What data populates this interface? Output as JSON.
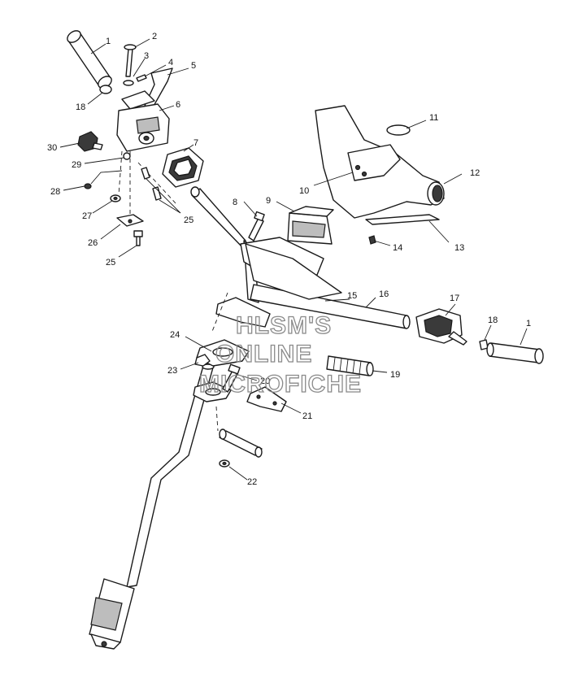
{
  "diagram": {
    "callouts": [
      {
        "id": "c1a",
        "text": "1"
      },
      {
        "id": "c2",
        "text": "2"
      },
      {
        "id": "c3",
        "text": "3"
      },
      {
        "id": "c4",
        "text": "4"
      },
      {
        "id": "c5",
        "text": "5"
      },
      {
        "id": "c6",
        "text": "6"
      },
      {
        "id": "c7",
        "text": "7"
      },
      {
        "id": "c8",
        "text": "8"
      },
      {
        "id": "c9",
        "text": "9"
      },
      {
        "id": "c10",
        "text": "10"
      },
      {
        "id": "c11",
        "text": "11"
      },
      {
        "id": "c12",
        "text": "12"
      },
      {
        "id": "c13",
        "text": "13"
      },
      {
        "id": "c14",
        "text": "14"
      },
      {
        "id": "c15",
        "text": "15"
      },
      {
        "id": "c16",
        "text": "16"
      },
      {
        "id": "c17",
        "text": "17"
      },
      {
        "id": "c18a",
        "text": "18"
      },
      {
        "id": "c18b",
        "text": "18"
      },
      {
        "id": "c1b",
        "text": "1"
      },
      {
        "id": "c19",
        "text": "19"
      },
      {
        "id": "c20",
        "text": "20"
      },
      {
        "id": "c21",
        "text": "21"
      },
      {
        "id": "c22",
        "text": "22"
      },
      {
        "id": "c23",
        "text": "23"
      },
      {
        "id": "c24",
        "text": "24"
      },
      {
        "id": "c25a",
        "text": "25"
      },
      {
        "id": "c25b",
        "text": "25"
      },
      {
        "id": "c26",
        "text": "26"
      },
      {
        "id": "c27",
        "text": "27"
      },
      {
        "id": "c28",
        "text": "28"
      },
      {
        "id": "c29",
        "text": "29"
      },
      {
        "id": "c30",
        "text": "30"
      }
    ],
    "watermark": [
      "HLSM'S",
      "ONLINE",
      "MICROFICHE"
    ]
  }
}
